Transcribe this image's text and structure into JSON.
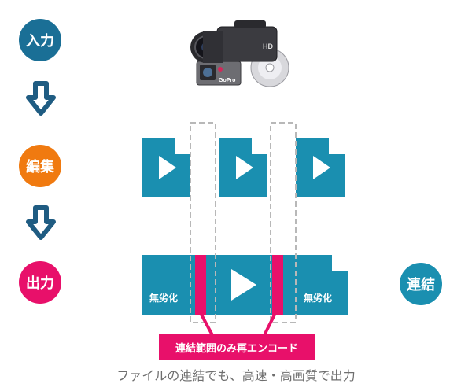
{
  "steps": {
    "input": "入力",
    "edit": "編集",
    "output": "出力"
  },
  "side_label": "連結",
  "file_labels": {
    "left": "無劣化",
    "right": "無劣化"
  },
  "device_labels": {
    "camera_brand": "GoPro",
    "camera_badge": "HD"
  },
  "callout": "連結範囲のみ再エンコード",
  "caption": "ファイルの連結でも、高速・高画質で出力",
  "colors": {
    "teal": "#1a8fb0",
    "orange": "#f07a10",
    "pink": "#e8106a",
    "navy": "#1f5c82"
  }
}
